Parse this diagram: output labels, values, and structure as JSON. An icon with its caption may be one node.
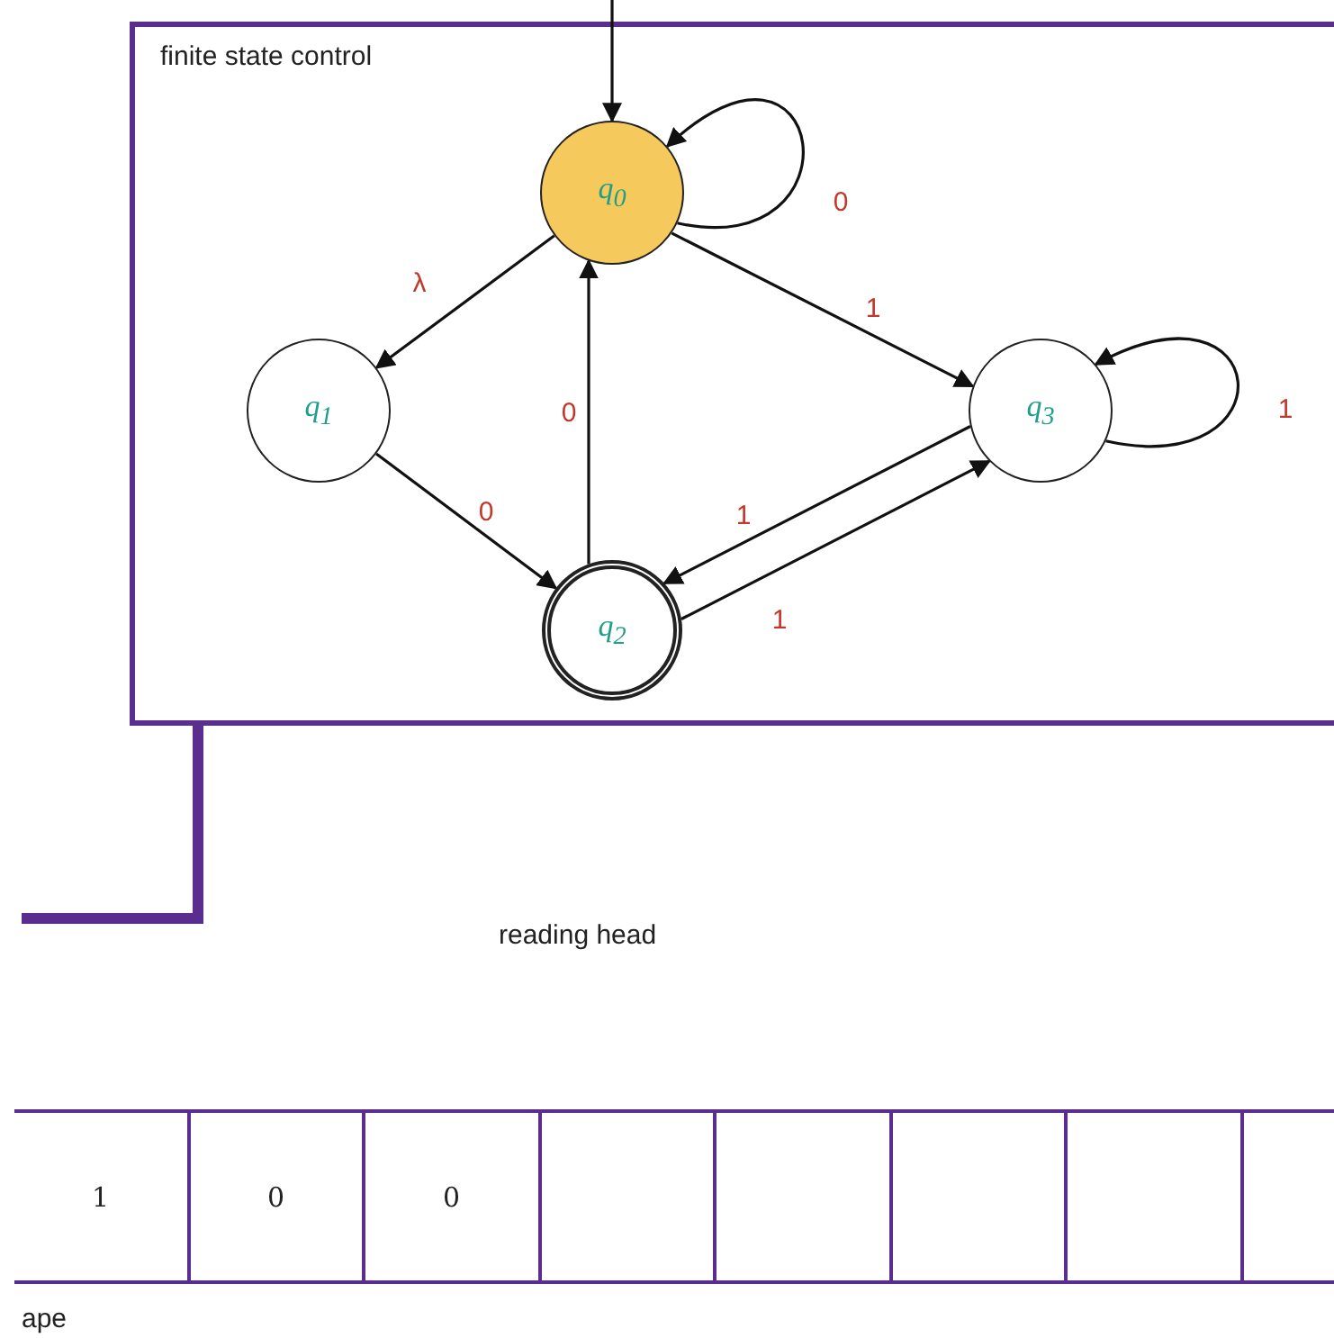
{
  "diagram": {
    "nodes": [
      {
        "text": [
          "finite state control"
        ]
      },
      {
        "text": [
          "q$_{0}$"
        ],
        "in": 0
      },
      {
        "text": [
          "q$_{1}$"
        ],
        "in": 0
      },
      {
        "text": [
          "q$_{2}$"
        ],
        "in": 0
      },
      {
        "text": [
          "q$_{3}$"
        ],
        "in": 0
      },
      {
        "text": [
          "1"
        ]
      },
      {
        "text": [
          "0"
        ]
      },
      {
        "text": [
          "0"
        ]
      },
      {
        "text": [],
        "shape": "box"
      },
      {
        "text": [],
        "shape": "box"
      },
      {
        "text": [],
        "shape": "box"
      },
      {
        "text": [],
        "shape": "box"
      },
      {
        "text": [],
        "shape": "box"
      }
    ],
    "edges": [
      {
        "from": null,
        "to": 1,
        "arrow": "to"
      },
      {
        "from": 1,
        "to": 1,
        "label": "0",
        "arrow": "to"
      },
      {
        "from": 1,
        "to": 2,
        "label": "λ",
        "arrow": "to"
      },
      {
        "from": 1,
        "to": 4,
        "label": "1",
        "arrow": "to"
      },
      {
        "from": 4,
        "to": 4,
        "label": "1",
        "arrow": "to"
      },
      {
        "from": 2,
        "to": 3,
        "label": "0",
        "arrow": "to"
      },
      {
        "from": 3,
        "to": 1,
        "label": "0",
        "arrow": "to"
      },
      {
        "from": 4,
        "to": 3,
        "label": "1",
        "arrow": "to"
      },
      {
        "from": 3,
        "to": 4,
        "label": "1",
        "arrow": "to"
      },
      {
        "from": 0,
        "to": null,
        "arrow": "none",
        "style": "thick",
        "color": "#5b2d8e"
      }
    ],
    "labels": [
      "reading head",
      "ape"
    ]
  }
}
